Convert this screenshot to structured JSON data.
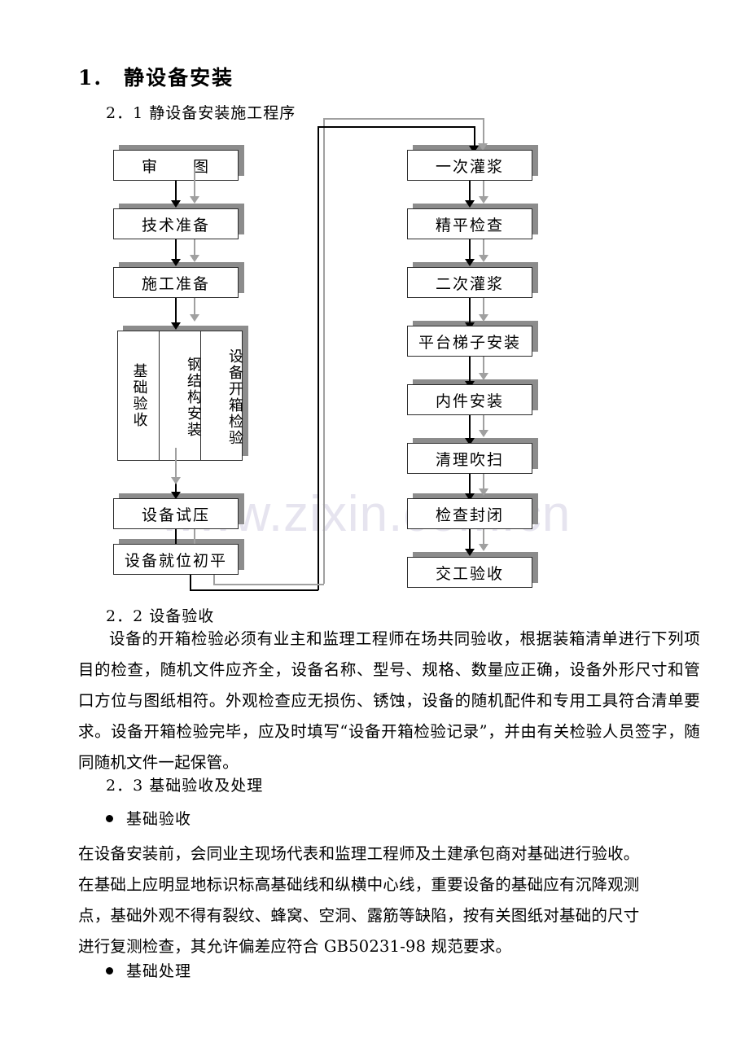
{
  "document": {
    "heading": {
      "number": "1.",
      "title": "静设备安装"
    },
    "sections": {
      "s21": "2．1  静设备安装施工程序",
      "s22": "2．2  设备验收",
      "s23": "2．3  基础验收及处理"
    },
    "bullets": {
      "b1": "基础验收",
      "b2": "基础处理"
    },
    "paragraphs": {
      "p1": "设备的开箱检验必须有业主和监理工程师在场共同验收，根据装箱清单进行下列项目的检查，随机文件应齐全，设备名称、型号、规格、数量应正确，设备外形尺寸和管口方位与图纸相符。外观检查应无损伤、锈蚀，设备的随机配件和专用工具符合清单要求。设备开箱检验完毕，应及时填写“设备开箱检验记录”，并由有关检验人员签字，随同随机文件一起保管。",
      "p2_line1": "在设备安装前，会同业主现场代表和监理工程师及土建承包商对基础进行验收。",
      "p2_line2": "在基础上应明显地标识标高基础线和纵横中心线，重要设备的基础应有沉降观测",
      "p2_line3": "点，基础外观不得有裂纹、蜂窝、空洞、露筋等缺陷，按有关图纸对基础的尺寸",
      "p2_line4": "进行复测检查，其允许偏差应符合 GB50231-98 规范要求。"
    },
    "watermark": "www.zixin.com.cn"
  },
  "flowchart": {
    "type": "process-flow-diagram",
    "title": "静设备安装施工程序",
    "left_column": [
      {
        "id": "n1",
        "label": "审　　图"
      },
      {
        "id": "n2",
        "label": "技术准备"
      },
      {
        "id": "n3",
        "label": "施工准备"
      },
      {
        "id": "n5",
        "label": "设备试压"
      },
      {
        "id": "n6",
        "label": "设备就位初平"
      }
    ],
    "composite_node": {
      "id": "n4",
      "columns": [
        {
          "label": "基础验收"
        },
        {
          "label": "钢结构安装"
        },
        {
          "label": "设备开箱检验"
        }
      ]
    },
    "right_column": [
      {
        "id": "r1",
        "label": "一次灌浆"
      },
      {
        "id": "r2",
        "label": "精平检查"
      },
      {
        "id": "r3",
        "label": "二次灌浆"
      },
      {
        "id": "r4",
        "label": "平台梯子安装"
      },
      {
        "id": "r5",
        "label": "内件安装"
      },
      {
        "id": "r6",
        "label": "清理吹扫"
      },
      {
        "id": "r7",
        "label": "检查封闭"
      },
      {
        "id": "r8",
        "label": "交工验收"
      }
    ],
    "colors": {
      "box_border": "#2b2b2b",
      "box_fill": "#ffffff",
      "shadow": "#8c8c8c",
      "arrow_primary": "#000000",
      "arrow_secondary": "#a0a0a0"
    }
  }
}
